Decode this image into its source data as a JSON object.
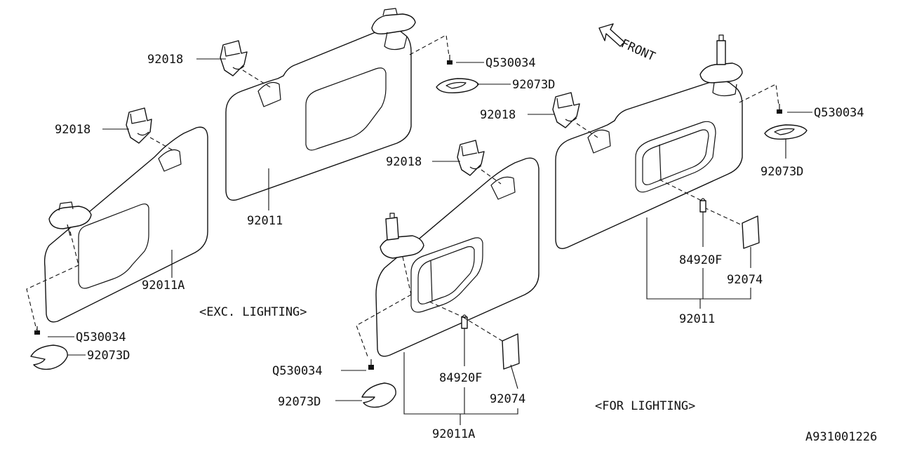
{
  "labels": {
    "sw_clip": "92018",
    "sw_screw": "Q530034",
    "sw_cover": "92073D",
    "sw_visor": "92011A",
    "nw_clip": "92018",
    "nw_visor": "92011",
    "top_screw": "Q530034",
    "top_cover": "92073D",
    "front": "FRONT",
    "exc_lighting": "<EXC. LIGHTING>",
    "sc_clip": "92018",
    "sc_screw": "Q530034",
    "sc_cover": "92073D",
    "sc_bulb": "84920F",
    "sc_lens": "92074",
    "sc_visor": "92011A",
    "ne_clip": "92018",
    "ne_screw": "Q530034",
    "ne_cover": "92073D",
    "ne_bulb": "84920F",
    "ne_lens": "92074",
    "ne_visor": "92011",
    "for_lighting": "<FOR LIGHTING>",
    "diagram_code": "A931001226"
  }
}
